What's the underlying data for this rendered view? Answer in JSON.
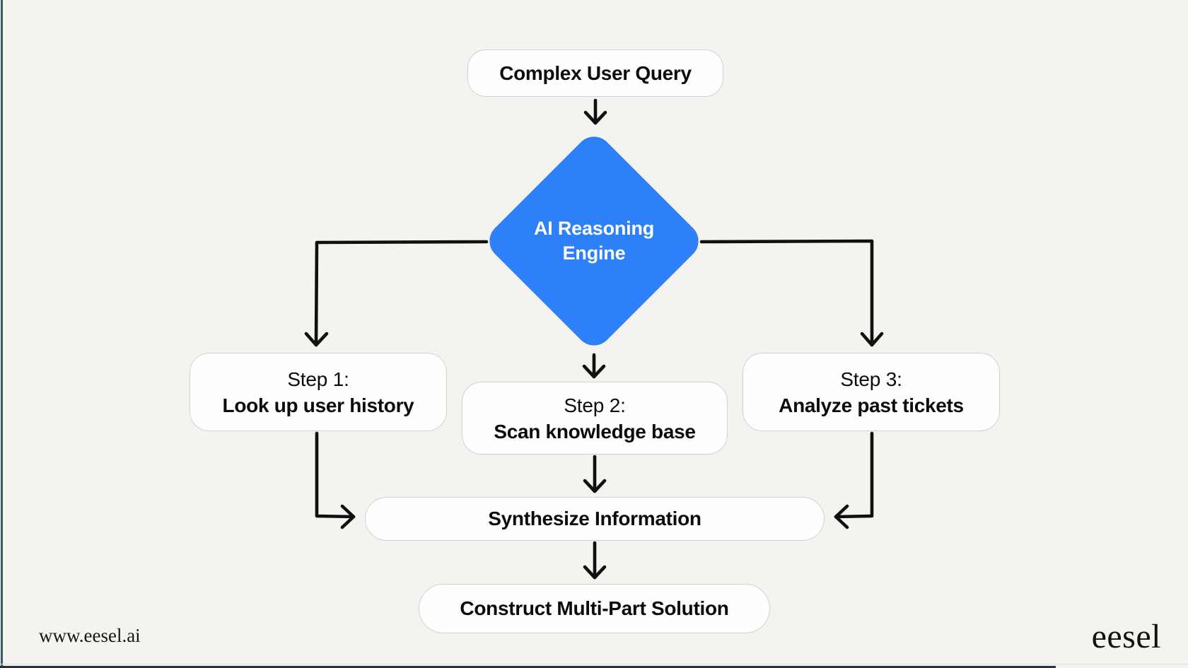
{
  "colors": {
    "background": "#f4f3f0",
    "accent_blue": "#2d80f7",
    "arrow": "#101010",
    "node_fill": "#fefefe",
    "node_border": "#d2d1ce",
    "frame_edge": "#3d5866"
  },
  "diagram": {
    "top_node": {
      "label": "Complex User Query"
    },
    "decision_node": {
      "label_line1": "AI Reasoning",
      "label_line2": "Engine"
    },
    "steps": [
      {
        "prefix": "Step 1:",
        "label": "Look up user history"
      },
      {
        "prefix": "Step 2:",
        "label": "Scan knowledge base"
      },
      {
        "prefix": "Step 3:",
        "label": "Analyze past tickets"
      }
    ],
    "synthesize_node": {
      "label": "Synthesize Information"
    },
    "solution_node": {
      "label": "Construct Multi-Part Solution"
    },
    "edges": [
      {
        "from": "complex-user-query",
        "to": "ai-reasoning-engine"
      },
      {
        "from": "ai-reasoning-engine",
        "to": "step-1"
      },
      {
        "from": "ai-reasoning-engine",
        "to": "step-2"
      },
      {
        "from": "ai-reasoning-engine",
        "to": "step-3"
      },
      {
        "from": "step-1",
        "to": "synthesize-information"
      },
      {
        "from": "step-2",
        "to": "synthesize-information"
      },
      {
        "from": "step-3",
        "to": "synthesize-information"
      },
      {
        "from": "synthesize-information",
        "to": "construct-multi-part-solution"
      }
    ]
  },
  "footer": {
    "website_url": "www.eesel.ai",
    "brand_name": "eesel"
  }
}
